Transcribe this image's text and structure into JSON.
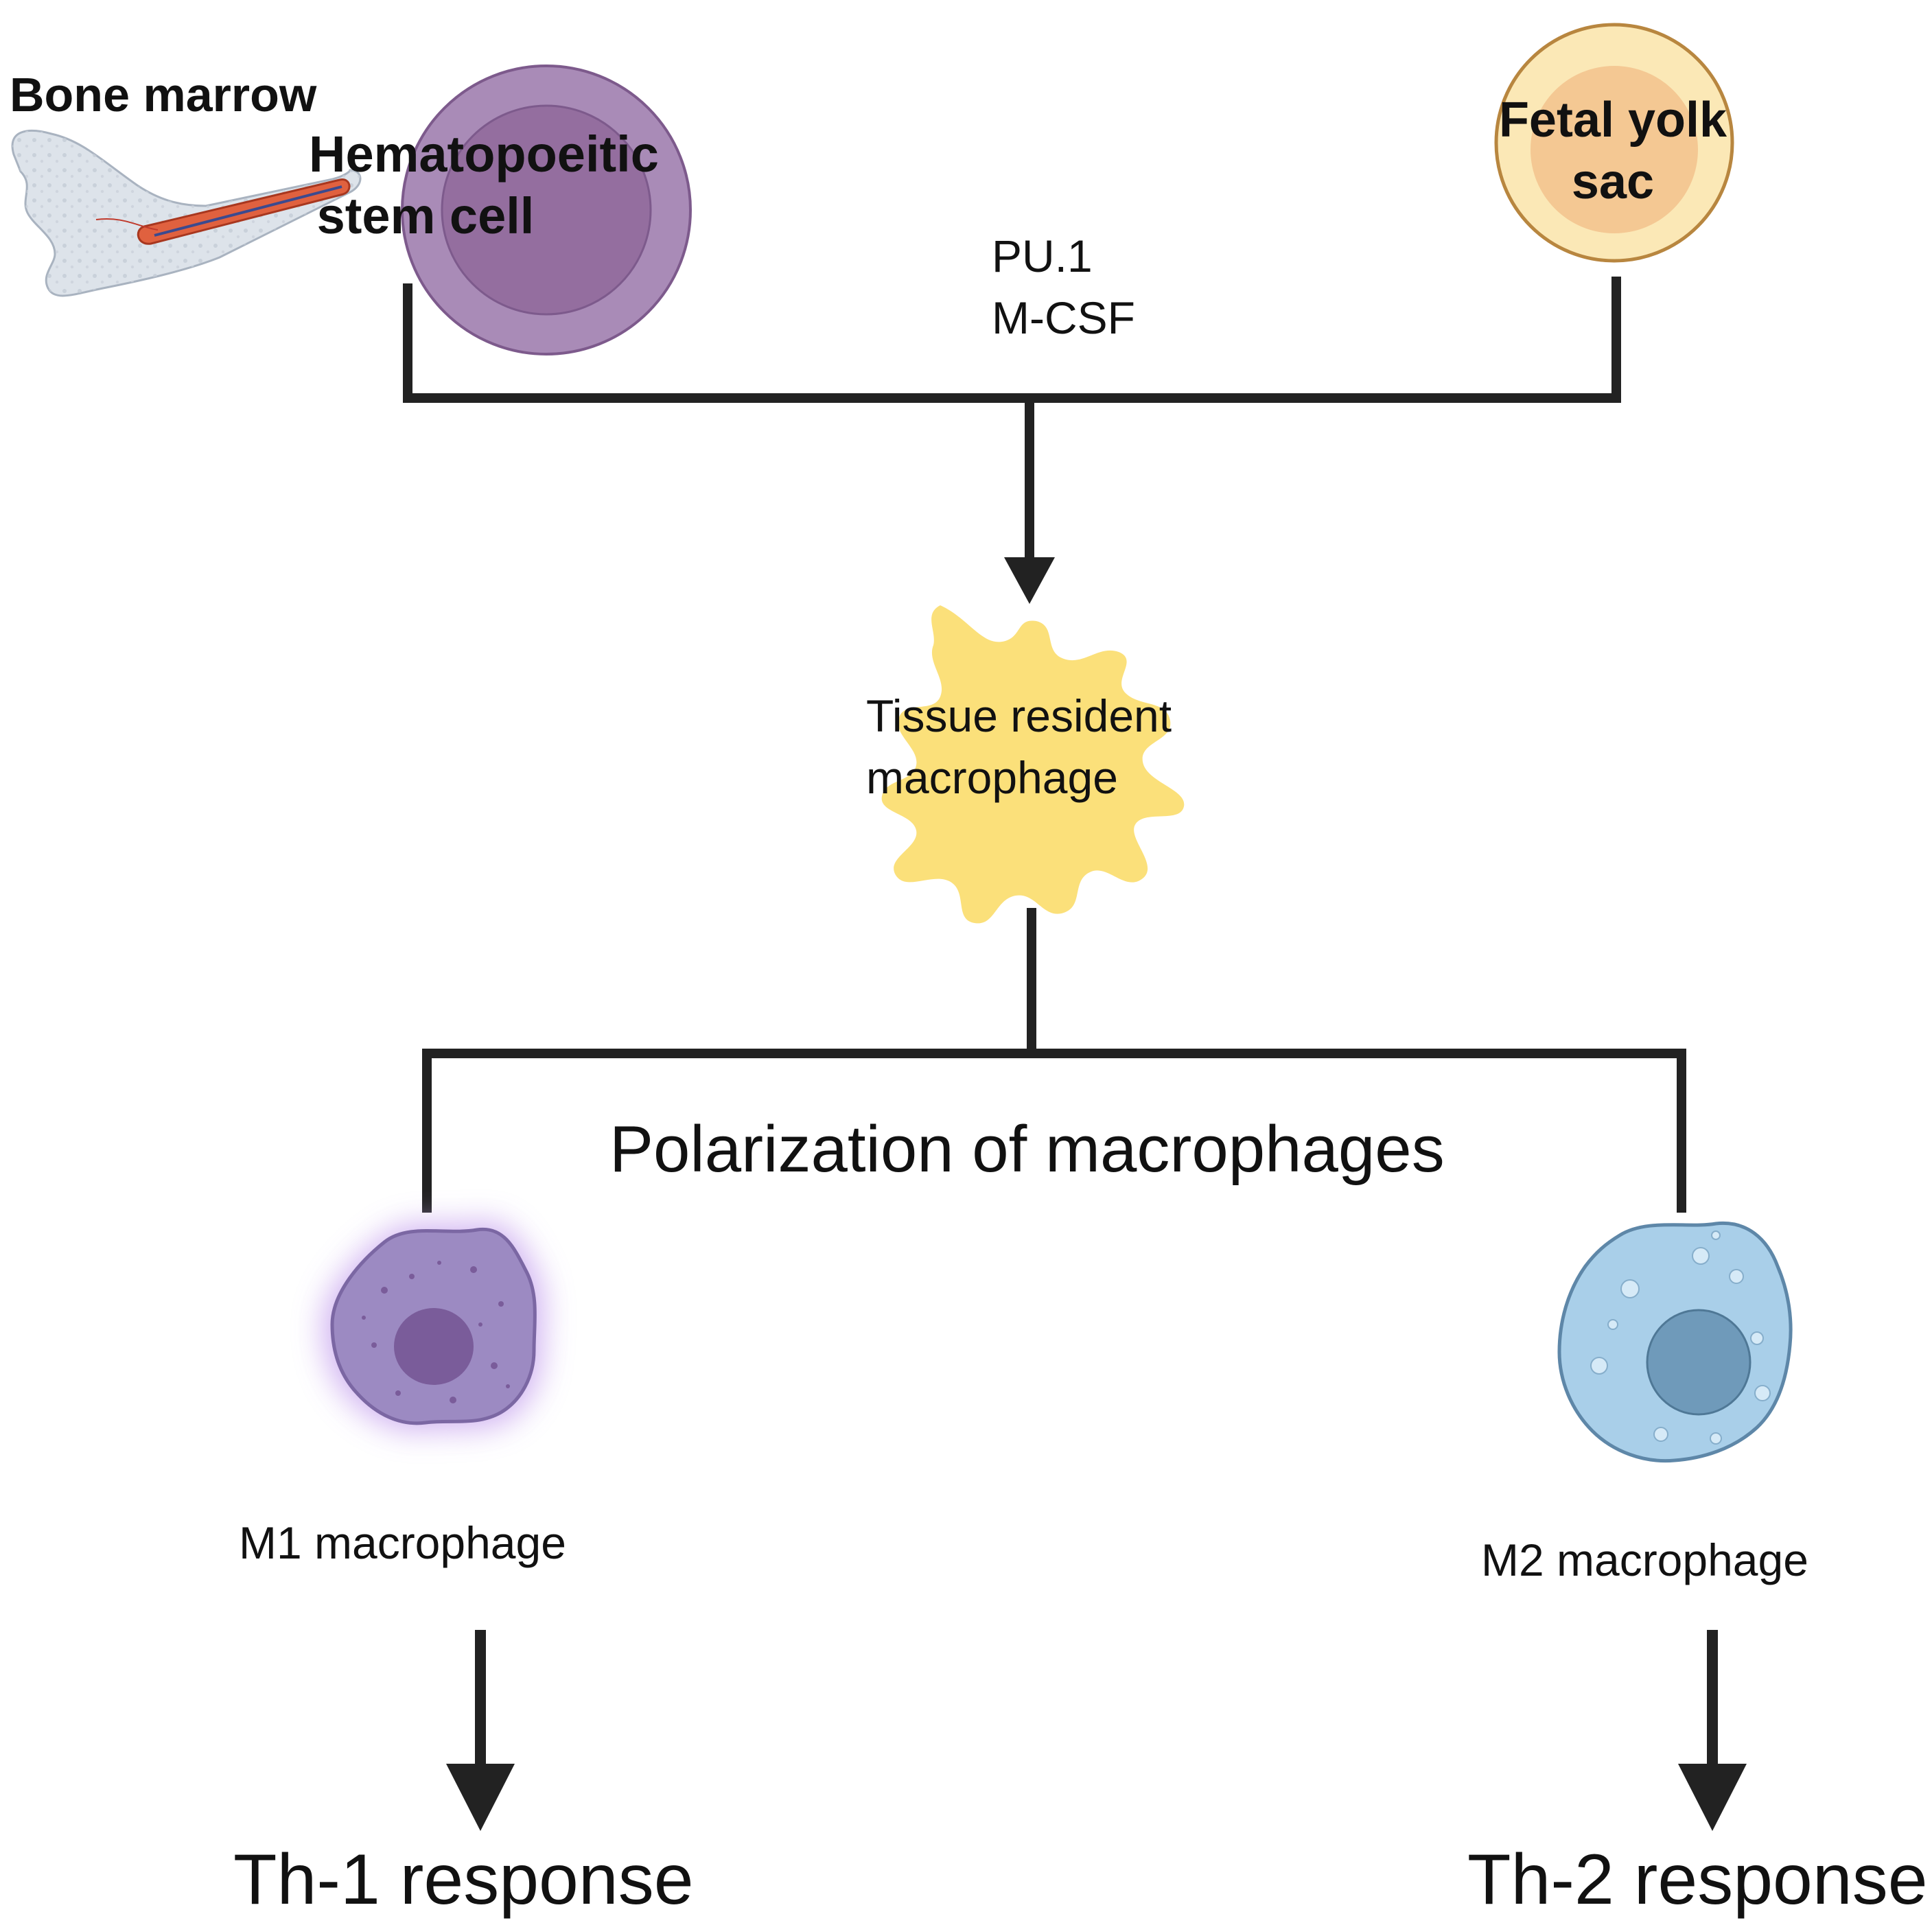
{
  "labels": {
    "bone_marrow": "Bone marrow",
    "hsc_line1": "Hematopoeitic",
    "hsc_line2": "stem cell",
    "yolk_line1": "Fetal yolk",
    "yolk_line2": "sac",
    "factor_1": "PU.1",
    "factor_2": "M-CSF",
    "trm_line1": "Tissue resident",
    "trm_line2": "macrophage",
    "polarization": "Polarization of macrophages",
    "m1": "M1 macrophage",
    "m2": "M2 macrophage",
    "th1": "Th-1 response",
    "th2": "Th-2 response"
  },
  "colors": {
    "line": "#222222",
    "hsc_outer": "#a98bb7",
    "hsc_inner": "#946e9f",
    "yolk_outer": "#fbe8b6",
    "yolk_inner": "#f4c893",
    "yolk_stroke": "#b8863f",
    "trm_fill": "#fbe07a",
    "m1_fill": "#9c8ac2",
    "m1_nucleus": "#7a5c9a",
    "m1_glow": "#c9a7ef",
    "m2_fill": "#a9cfe9",
    "m2_nucleus": "#6f9aba",
    "m2_stroke": "#5e87a8",
    "bone_fill": "#dde3ea",
    "marrow_red": "#e0613f"
  },
  "icons": {
    "bone": "bone-marrow-icon",
    "hsc": "stem-cell-icon",
    "yolk": "yolk-sac-icon",
    "trm": "tissue-macrophage-icon",
    "m1": "m1-macrophage-icon",
    "m2": "m2-macrophage-icon"
  }
}
